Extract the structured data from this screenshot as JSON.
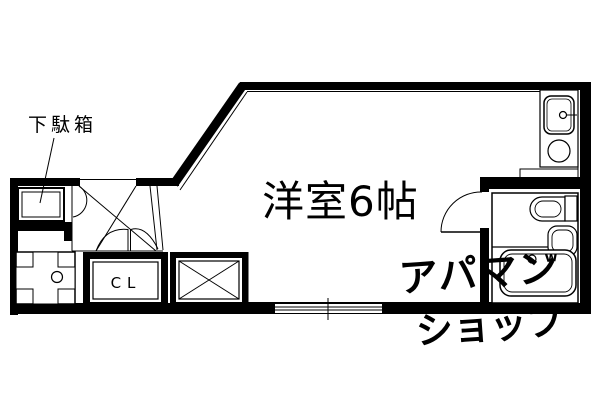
{
  "floorplan": {
    "room_label": "洋室6帖",
    "shoe_cabinet_label": "下駄箱",
    "closet_label": "CL",
    "watermark": {
      "line1": "アパマン",
      "line2": "ショップ",
      "mark": "w",
      "color": "#c9c9c9"
    },
    "colors": {
      "wall": "#000000",
      "background": "#ffffff",
      "line": "#000000"
    },
    "fixtures": [
      "entrance-door",
      "shoe-cabinet",
      "washing-machine-pan",
      "closet-bifold-door",
      "service-box",
      "sliding-window",
      "kitchen-sink",
      "stove-burner",
      "bathroom-door",
      "toilet",
      "washbasin",
      "bathtub"
    ]
  }
}
